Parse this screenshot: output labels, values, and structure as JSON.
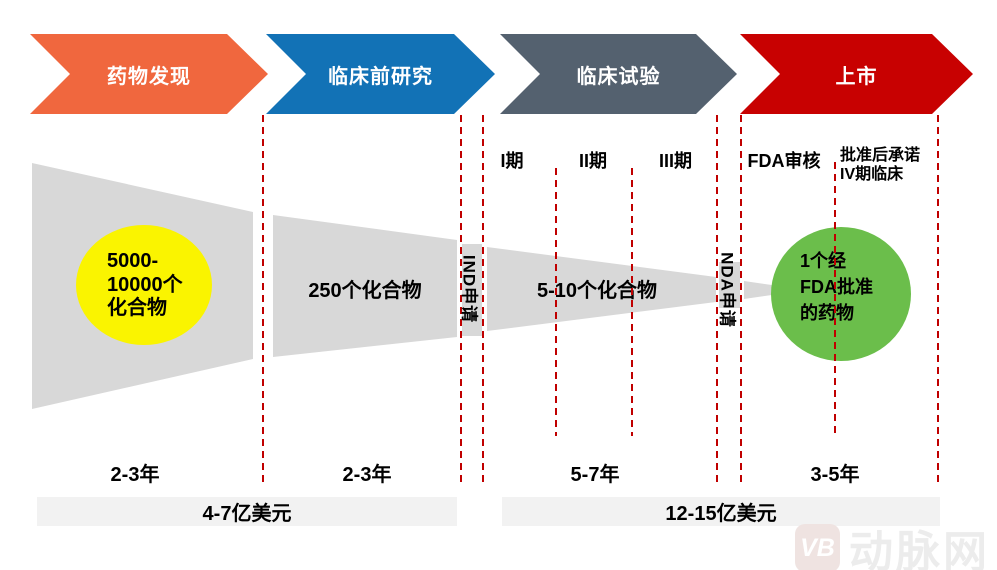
{
  "stages": [
    {
      "label": "药物发现",
      "color": "#F0673E"
    },
    {
      "label": "临床前研究",
      "color": "#1272B6"
    },
    {
      "label": "临床试验",
      "color": "#54616F"
    },
    {
      "label": "上市",
      "color": "#C80101"
    }
  ],
  "funnel": {
    "stage1_compounds": "5000-\n10000个\n化合物",
    "stage2_compounds": "250个化合物",
    "stage3_compounds": "5-10个化合物",
    "approved_drug": "1个经\nFDA批准\n的药物"
  },
  "milestones": {
    "ind": "IND申请",
    "nda": "NDA申请"
  },
  "phases": [
    "I期",
    "II期",
    "III期"
  ],
  "review": {
    "fda": "FDA审核",
    "post_approval": "批准后承诺\nIV期临床"
  },
  "timeline": {
    "discovery_years": "2-3年",
    "preclinical_years": "2-3年",
    "clinical_years": "5-7年",
    "launch_years": "3-5年"
  },
  "costs": {
    "discovery_preclinical": "4-7亿美元",
    "clinical_launch": "12-15亿美元"
  },
  "watermark": {
    "icon_text": "VB",
    "brand": "动脉网"
  },
  "colors": {
    "funnel_gray": "#D8D8D8",
    "compound_pool_yellow": "#FAF400",
    "approved_green": "#6BBE4B",
    "dashed_line_red": "#C00000",
    "cost_bar_gray": "#F2F2F2"
  }
}
